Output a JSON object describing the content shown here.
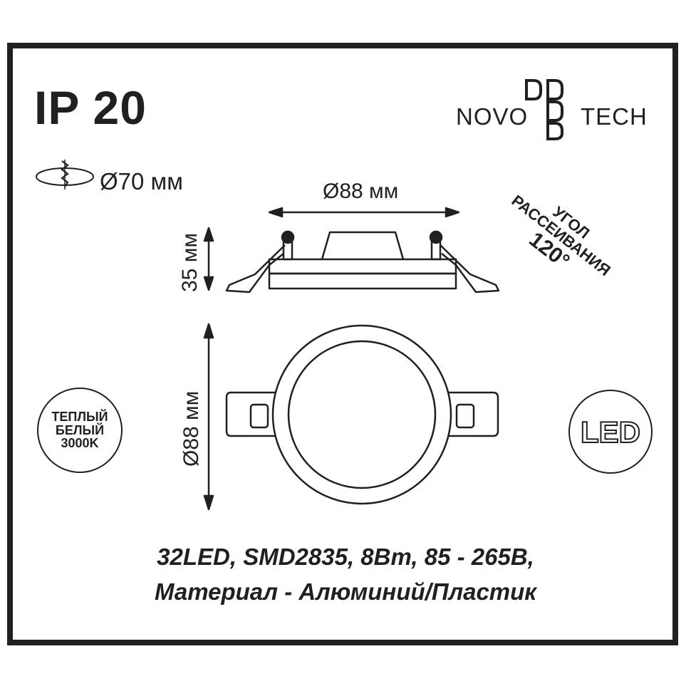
{
  "ip_rating": "IP 20",
  "cutout": {
    "icon": "cutout-hole-icon",
    "text": "Ø70 мм"
  },
  "brand": {
    "left": "NOVO",
    "mark": "DDDD",
    "right": "TECH"
  },
  "dimensions": {
    "top_width": "Ø88 мм",
    "height": "35 мм",
    "front_diameter": "Ø88 мм"
  },
  "beam_angle": {
    "line1": "УГОЛ",
    "line2": "РАССЕИВАНИЯ",
    "line3": "120°"
  },
  "color_temp_badge": {
    "line1": "ТЕПЛЫЙ",
    "line2": "БЕЛЫЙ",
    "line3": "3000K"
  },
  "led_badge": "LED",
  "specs": {
    "line1": "32LED, SMD2835, 8Вт, 85 - 265В,",
    "line2": "Материал - Алюминий/Пластик"
  },
  "colors": {
    "ink": "#231f20",
    "background": "#ffffff"
  }
}
